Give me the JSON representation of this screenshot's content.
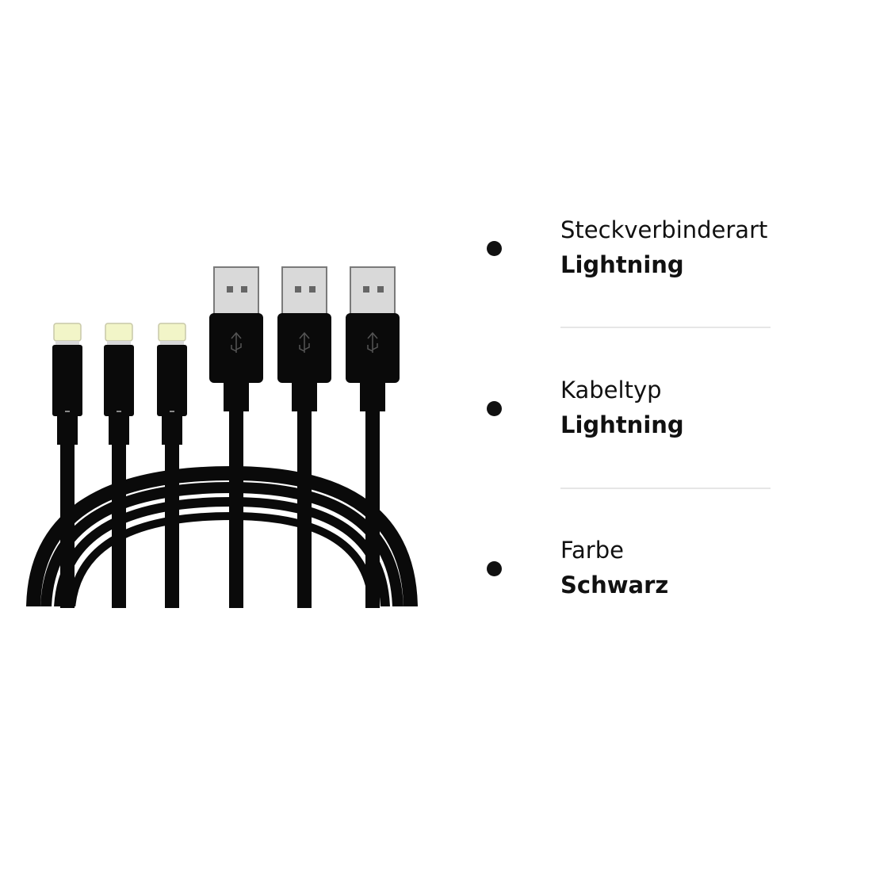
{
  "product": {
    "image_icon": "cable-bundle-icon",
    "cable_color": "#0a0a0a",
    "lightning_contact_color": "#f2f5c8",
    "usb_shell_color": "#d9d9d9"
  },
  "specs": [
    {
      "label": "Steckverbinderart",
      "value": "Lightning"
    },
    {
      "label": "Kabeltyp",
      "value": "Lightning"
    },
    {
      "label": "Farbe",
      "value": "Schwarz"
    }
  ]
}
